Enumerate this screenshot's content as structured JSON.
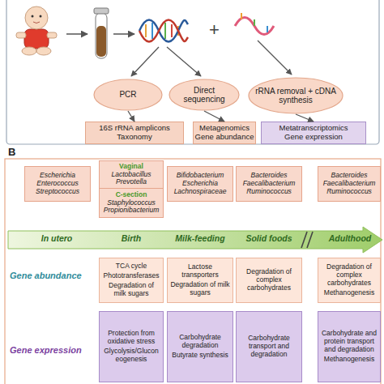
{
  "diagram": {
    "nodes": [
      {
        "text": [
          "PCR"
        ]
      },
      {
        "text": [
          "Direct sequencing"
        ]
      },
      {
        "text": [
          "rRNA removal + cDNA synthesis"
        ]
      },
      {
        "text": [
          "16S rRNA amplicons",
          "Taxonomy"
        ]
      },
      {
        "text": [
          "Metagenomics",
          "Gene abundance"
        ]
      },
      {
        "text": [
          "Metatranscriptomics",
          "Gene expression"
        ]
      },
      {
        "text": [
          "Escherichia",
          "Enterococcus",
          "Streptococcus"
        ]
      },
      {
        "text": [
          "Vaginal",
          "Lactobacillus",
          "Prevotella"
        ]
      },
      {
        "text": [
          "C-section",
          "Staphylococcus",
          "Propionibacterium"
        ]
      },
      {
        "text": [
          "Bifidobacterium",
          "Escherichia",
          "Lachnospiraceae"
        ]
      },
      {
        "text": [
          "Bacteroides",
          "Faecalibacterium",
          "Ruminococcus"
        ]
      },
      {
        "text": [
          "Bacteroides",
          "Faecalibacterium",
          "Ruminococcus"
        ]
      },
      {
        "text": [
          "In utero",
          "Birth",
          "Milk-feeding",
          "Solid foods",
          "Adulthood"
        ]
      },
      {
        "text": [
          "TCA cycle",
          "Phototransferases",
          "Degradation of milk sugars"
        ]
      },
      {
        "text": [
          "Lactose transporters",
          "Degradation of milk sugars"
        ]
      },
      {
        "text": [
          "Degradation of complex carbohydrates"
        ]
      },
      {
        "text": [
          "Degradation of complex carbohydrates",
          "Methanogenesis"
        ]
      },
      {
        "text": [
          "Protection from oxidative stress",
          "Glycolysis/Gluconeogenesis"
        ]
      },
      {
        "text": [
          "Carbohydrate degradation",
          "Butyrate synthesis"
        ]
      },
      {
        "text": [
          "Carbohydrate transport and degradation"
        ]
      },
      {
        "text": [
          "Carbohydrate and protein transport and degradation",
          "Methanogenesis"
        ]
      }
    ],
    "edges": [
      {
        "from": 0,
        "to": 3,
        "arrow": "to"
      },
      {
        "from": 1,
        "to": 4,
        "arrow": "to"
      },
      {
        "from": 2,
        "to": 5,
        "arrow": "to"
      }
    ],
    "labels": [
      "B",
      "+",
      "Gene abundance",
      "Gene expression"
    ]
  }
}
